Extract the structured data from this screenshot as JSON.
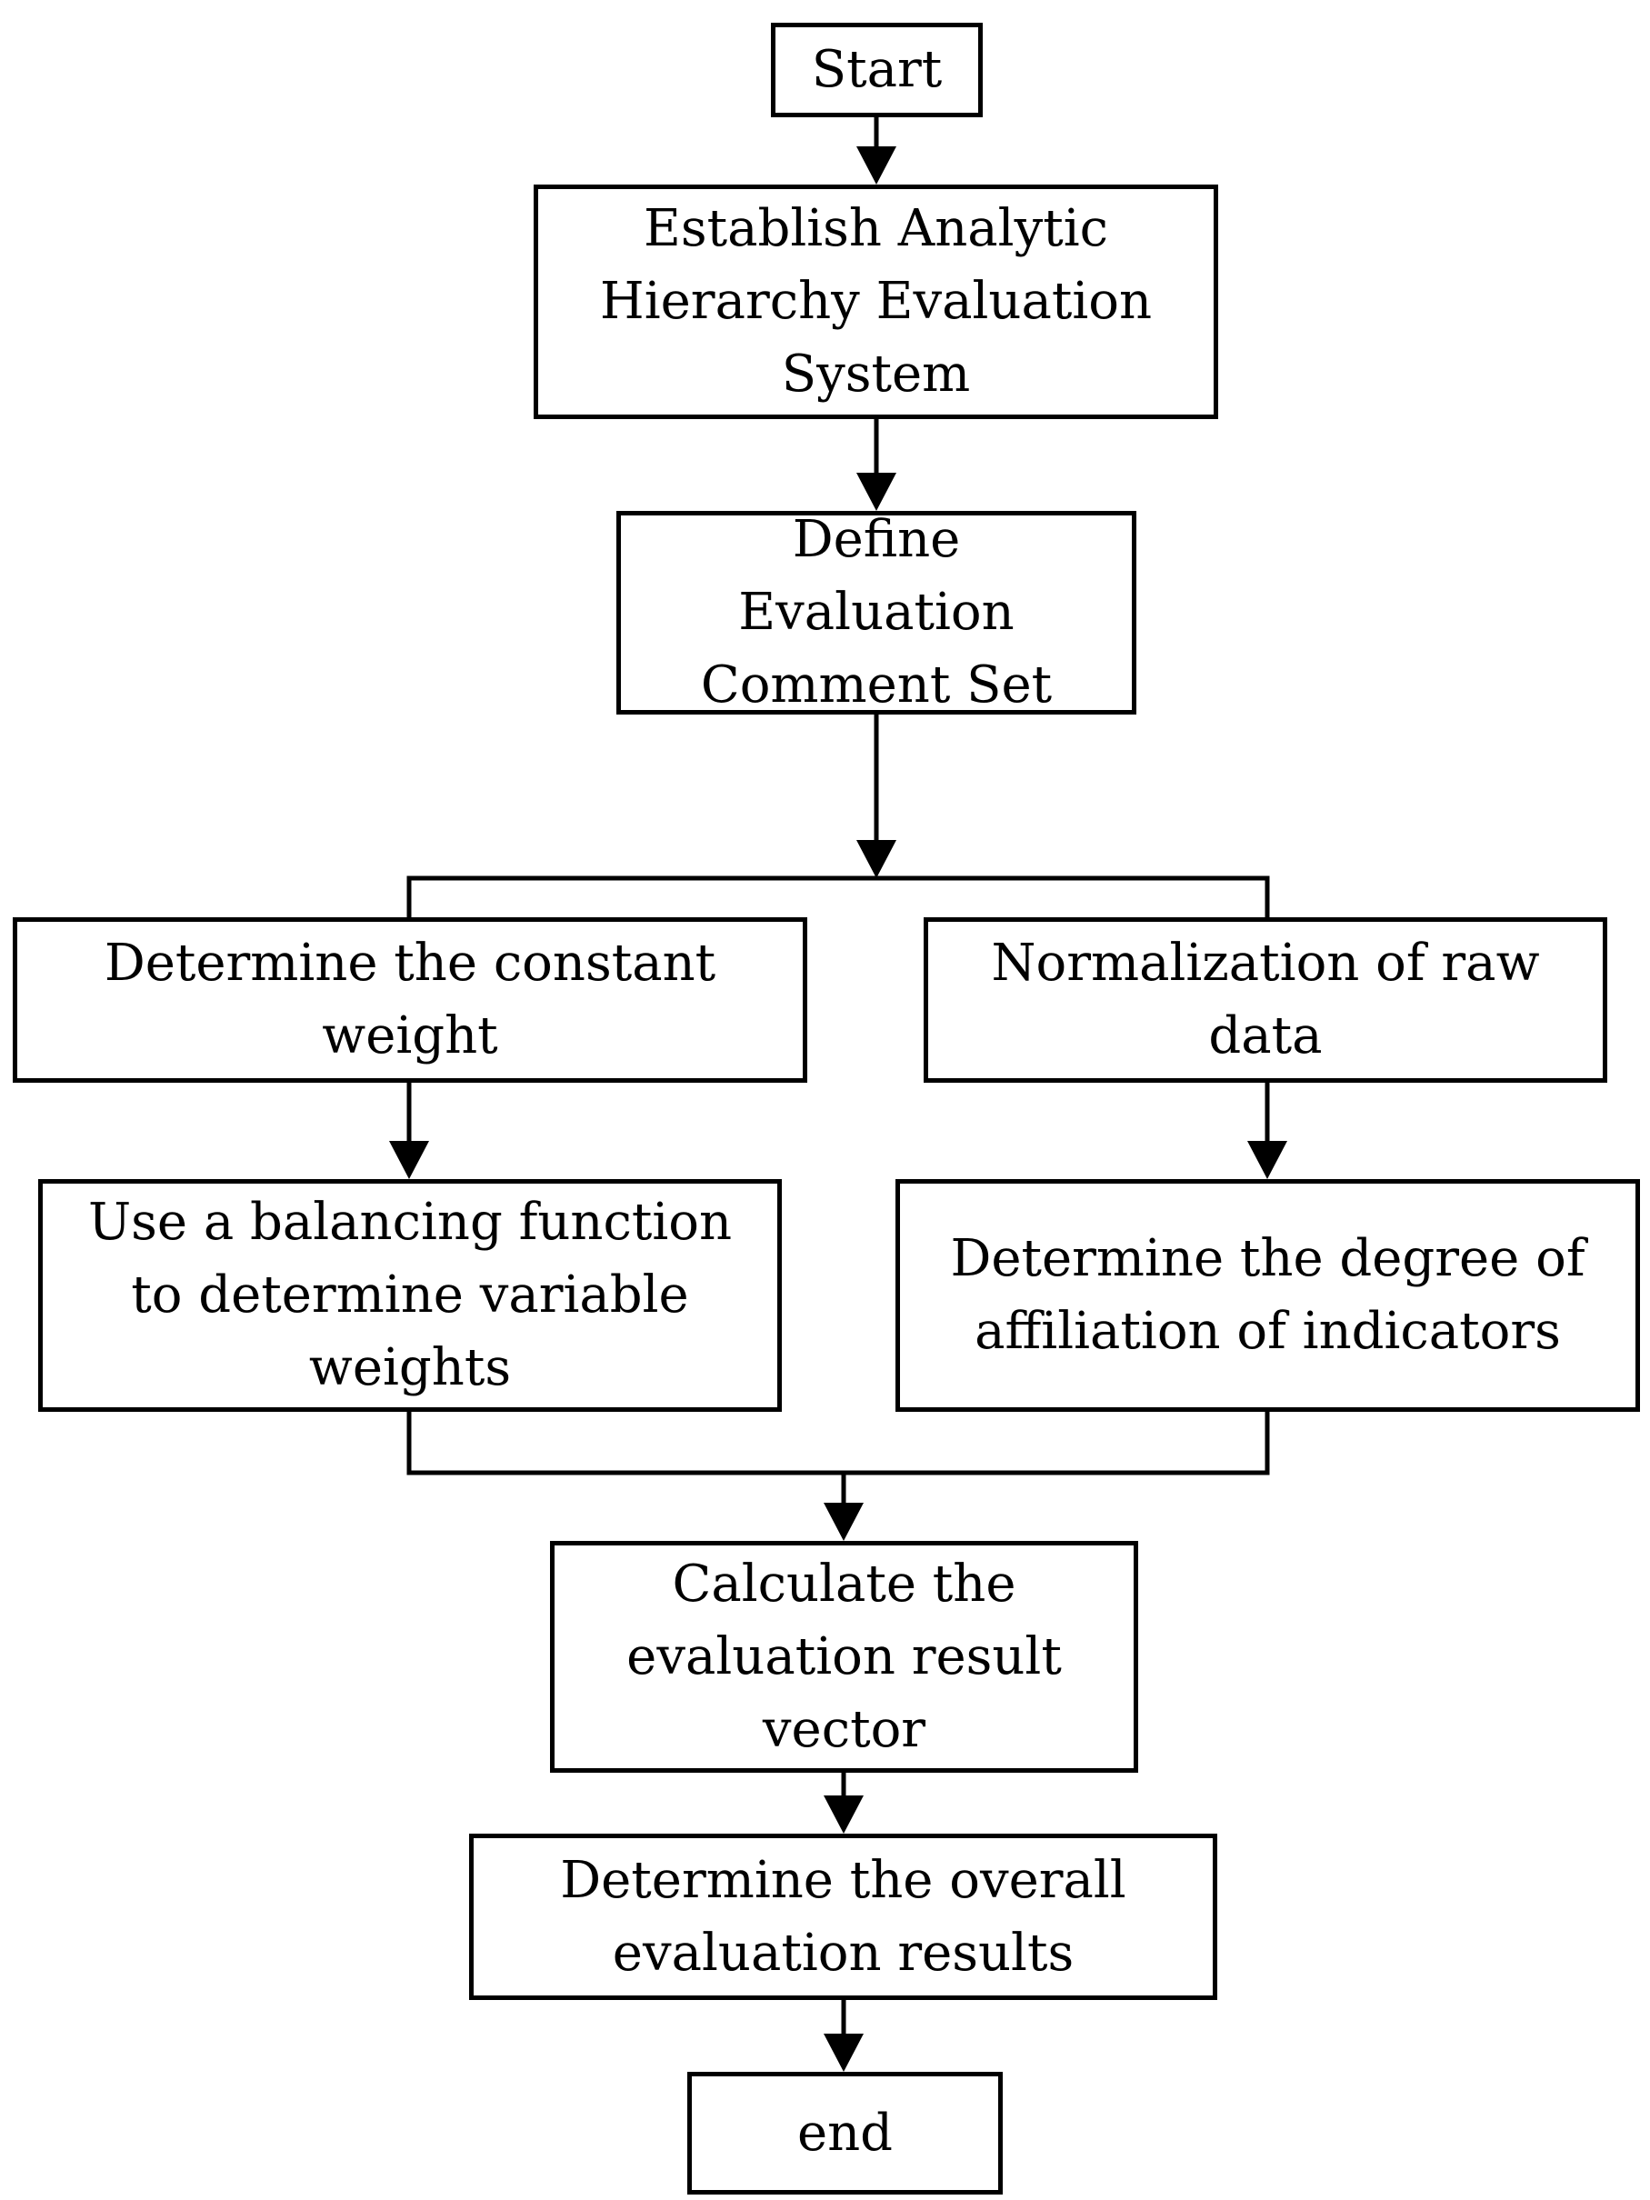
{
  "diagram": {
    "type": "flowchart",
    "colors": {
      "stroke": "#000000",
      "fill": "#ffffff",
      "text": "#000000"
    },
    "nodes": {
      "start": "Start",
      "ahp": "Establish Analytic\nHierarchy Evaluation\nSystem",
      "comment_set": "Define\nEvaluation\nComment Set",
      "constant_weight": "Determine the constant\nweight",
      "normalization": "Normalization of raw\ndata",
      "balancing": "Use a balancing function\nto determine variable\nweights",
      "affiliation": "Determine the degree of\naffiliation of indicators",
      "result_vector": "Calculate the\nevaluation result\nvector",
      "overall": "Determine the overall\nevaluation results",
      "end": "end"
    },
    "edges": [
      {
        "from": "start",
        "to": "ahp"
      },
      {
        "from": "ahp",
        "to": "comment_set"
      },
      {
        "from": "comment_set",
        "to": "constant_weight"
      },
      {
        "from": "comment_set",
        "to": "normalization"
      },
      {
        "from": "constant_weight",
        "to": "balancing"
      },
      {
        "from": "normalization",
        "to": "affiliation"
      },
      {
        "from": "balancing",
        "to": "result_vector"
      },
      {
        "from": "affiliation",
        "to": "result_vector"
      },
      {
        "from": "result_vector",
        "to": "overall"
      },
      {
        "from": "overall",
        "to": "end"
      }
    ]
  }
}
